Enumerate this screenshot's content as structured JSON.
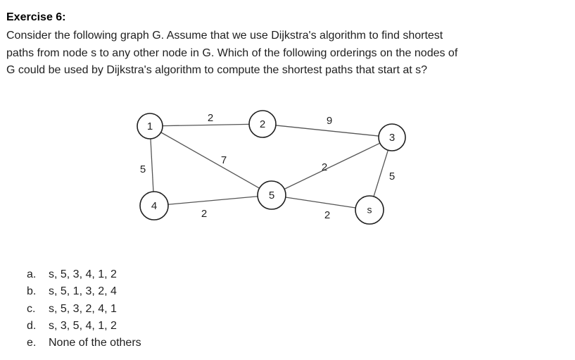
{
  "exercise": {
    "title": "Exercise 6:",
    "question_lines": [
      "Consider the following graph G. Assume that we use Dijkstra's algorithm to find shortest",
      "paths from node s to any other node in G. Which of the following orderings on the nodes of",
      "G could be used by Dijkstra's algorithm to compute the shortest paths that start at s?"
    ]
  },
  "graph": {
    "nodes": [
      {
        "id": "n1",
        "label": "1"
      },
      {
        "id": "n2",
        "label": "2"
      },
      {
        "id": "n3",
        "label": "3"
      },
      {
        "id": "n4",
        "label": "4"
      },
      {
        "id": "n5",
        "label": "5"
      },
      {
        "id": "ns",
        "label": "s"
      }
    ],
    "edges": [
      {
        "from": "n1",
        "to": "n2",
        "weight": "2"
      },
      {
        "from": "n2",
        "to": "n3",
        "weight": "9"
      },
      {
        "from": "n1",
        "to": "n5",
        "weight": "7"
      },
      {
        "from": "n1",
        "to": "n4",
        "weight": "5"
      },
      {
        "from": "n4",
        "to": "n5",
        "weight": "2"
      },
      {
        "from": "n5",
        "to": "n3",
        "weight": "2"
      },
      {
        "from": "n5",
        "to": "ns",
        "weight": "2"
      },
      {
        "from": "ns",
        "to": "n3",
        "weight": "5"
      }
    ]
  },
  "options": [
    {
      "letter": "a.",
      "text": "s, 5, 3, 4, 1, 2"
    },
    {
      "letter": "b.",
      "text": "s, 5, 1, 3, 2, 4"
    },
    {
      "letter": "c.",
      "text": "s, 5, 3, 2, 4, 1"
    },
    {
      "letter": "d.",
      "text": "s, 3, 5, 4, 1, 2"
    },
    {
      "letter": "e.",
      "text": "None of the others"
    }
  ]
}
